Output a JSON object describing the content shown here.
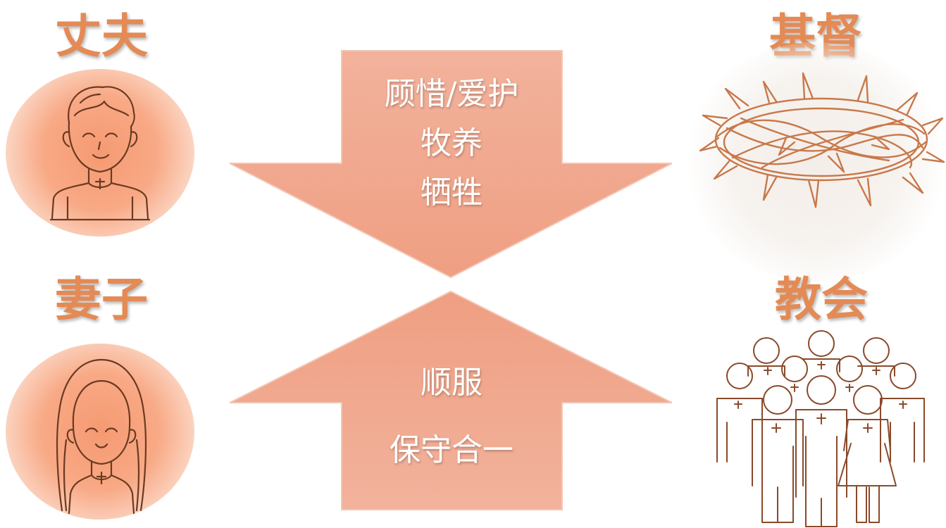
{
  "labels": {
    "husband": "丈夫",
    "wife": "妻子",
    "christ": "基督",
    "church": "教会"
  },
  "down_arrow": {
    "lines": [
      "顾惜/爱护",
      "牧养",
      "牺牲"
    ]
  },
  "up_arrow": {
    "lines": [
      "顺服",
      "保守合一"
    ]
  },
  "icons": {
    "husband": "man-with-cross-icon",
    "wife": "woman-with-veil-icon",
    "christ": "crown-of-thorns-icon",
    "church": "congregation-icon"
  },
  "colors": {
    "title": "#e48a55",
    "arrow_fill": "#f2a88a",
    "line_art": "#8a4a2a",
    "crown": "#c8784a"
  }
}
